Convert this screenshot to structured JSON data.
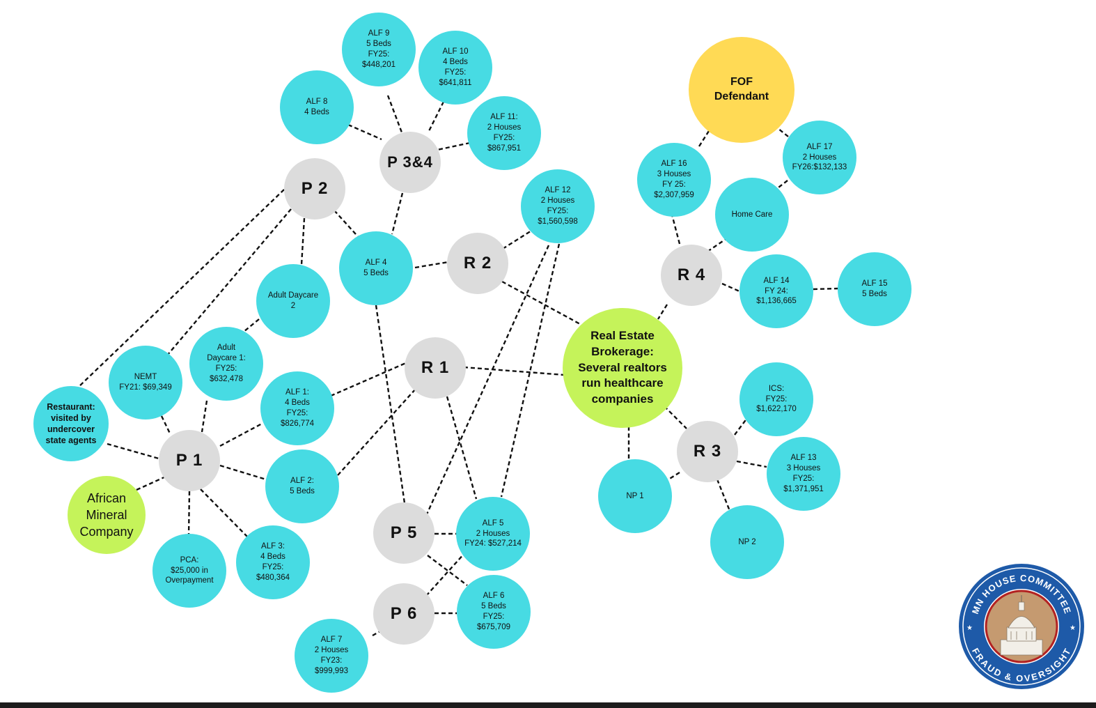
{
  "diagram": {
    "title": "Fraud network diagram",
    "nodes": {
      "alf9": "ALF 9\n5 Beds\nFY25:\n$448,201",
      "alf10": "ALF 10\n4 Beds\nFY25:\n$641,811",
      "alf8": "ALF 8\n4 Beds",
      "alf11": "ALF 11:\n2 Houses\nFY25:\n$867,951",
      "p34": "P 3&4",
      "p2": "P 2",
      "alf12": "ALF 12\n2 Houses\nFY25:\n$1,560,598",
      "alf4": "ALF 4\n5 Beds",
      "r2": "R 2",
      "adultdaycare2": "Adult Daycare\n2",
      "adultdaycare1": "Adult\nDaycare 1:\nFY25:\n$632,478",
      "nemt": "NEMT\nFY21: $69,349",
      "restaurant": "Restaurant:\nvisited by\nundercover\nstate agents",
      "alf1": "ALF 1:\n4 Beds\nFY25:\n$826,774",
      "r1": "R 1",
      "p1": "P 1",
      "african": "African\nMineral\nCompany",
      "alf2": "ALF 2:\n5 Beds",
      "pca": "PCA:\n$25,000 in\nOverpayment",
      "alf3": "ALF 3:\n4 Beds\nFY25:\n$480,364",
      "p5": "P 5",
      "alf5": "ALF 5\n2 Houses\nFY24: $527,214",
      "p6": "P 6",
      "alf6": "ALF 6\n5 Beds\nFY25:\n$675,709",
      "alf7": "ALF 7\n2 Houses\nFY23:\n$999,993",
      "fof": "FOF\nDefendant",
      "alf16": "ALF 16\n3 Houses\nFY 25:\n$2,307,959",
      "alf17": "ALF 17\n2 Houses\nFY26:$132,133",
      "homecare": "Home Care",
      "r4": "R 4",
      "alf14": "ALF 14\nFY 24:\n$1,136,665",
      "alf15": "ALF 15\n5 Beds",
      "hub": "Real Estate\nBrokerage:\nSeveral realtors\nrun healthcare\ncompanies",
      "ics": "ICS:\nFY25:\n$1,622,170",
      "r3": "R 3",
      "alf13": "ALF 13\n3 Houses\nFY25:\n$1,371,951",
      "np1": "NP 1",
      "np2": "NP 2"
    }
  },
  "seal": {
    "top_text": "MN HOUSE COMMITTEE",
    "bottom_text": "FRAUD & OVERSIGHT"
  },
  "colors": {
    "cyan": "#47dbe3",
    "gray": "#dcdcdc",
    "green": "#c5f35a",
    "yellow": "#ffda55",
    "seal_blue": "#1e5aa8"
  }
}
